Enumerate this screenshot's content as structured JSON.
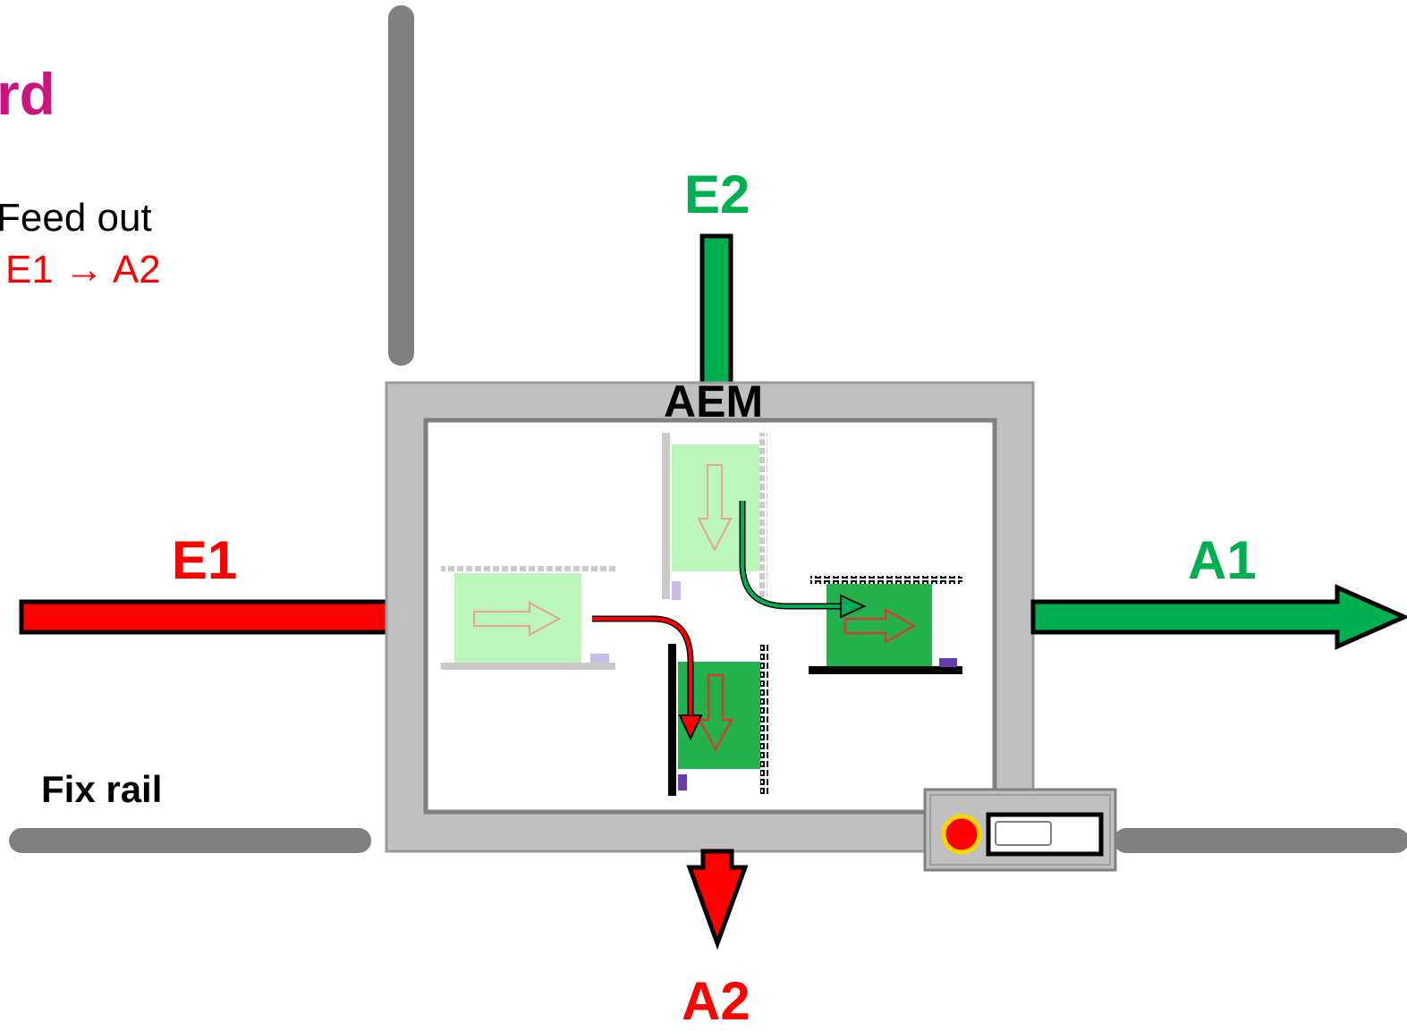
{
  "header": {
    "title_fragment": "rd",
    "subtitle": "Feed out",
    "route": "E1 → A2"
  },
  "ports": {
    "e1": "E1",
    "e2": "E2",
    "a1": "A1",
    "a2": "A2"
  },
  "module": {
    "label": "AEM"
  },
  "rail": {
    "label": "Fix rail"
  },
  "colors": {
    "red_path": "#ff0000",
    "green_path": "#00b050",
    "title": "#cc1480",
    "frame": "#c0c0c0",
    "rail": "#808080",
    "board_dark": "#22b14c",
    "board_light": "#b7f5b7"
  }
}
